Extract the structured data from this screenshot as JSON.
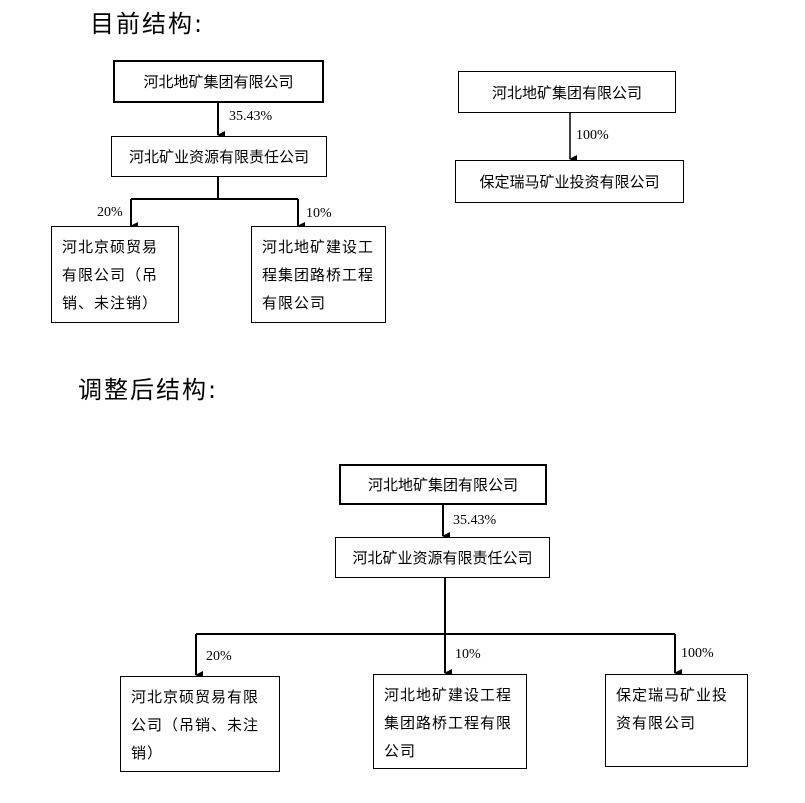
{
  "current": {
    "heading": "目前结构:",
    "left_tree": {
      "top": "河北地矿集团有限公司",
      "top_pct": "35.43%",
      "mid": "河北矿业资源有限责任公司",
      "child1": {
        "name": "河北京硕贸易有限公司（吊销、未注销）",
        "pct": "20%"
      },
      "child2": {
        "name": "河北地矿建设工程集团路桥工程有限公司",
        "pct": "10%"
      }
    },
    "right_tree": {
      "top": "河北地矿集团有限公司",
      "pct": "100%",
      "child": "保定瑞马矿业投资有限公司"
    }
  },
  "adjusted": {
    "heading": "调整后结构:",
    "top": "河北地矿集团有限公司",
    "top_pct": "35.43%",
    "mid": "河北矿业资源有限责任公司",
    "child1": {
      "name": "河北京硕贸易有限公司（吊销、未注销）",
      "pct": "20%"
    },
    "child2": {
      "name": "河北地矿建设工程集团路桥工程有限公司",
      "pct": "10%"
    },
    "child3": {
      "name": "保定瑞马矿业投资有限公司",
      "pct": "100%"
    }
  }
}
